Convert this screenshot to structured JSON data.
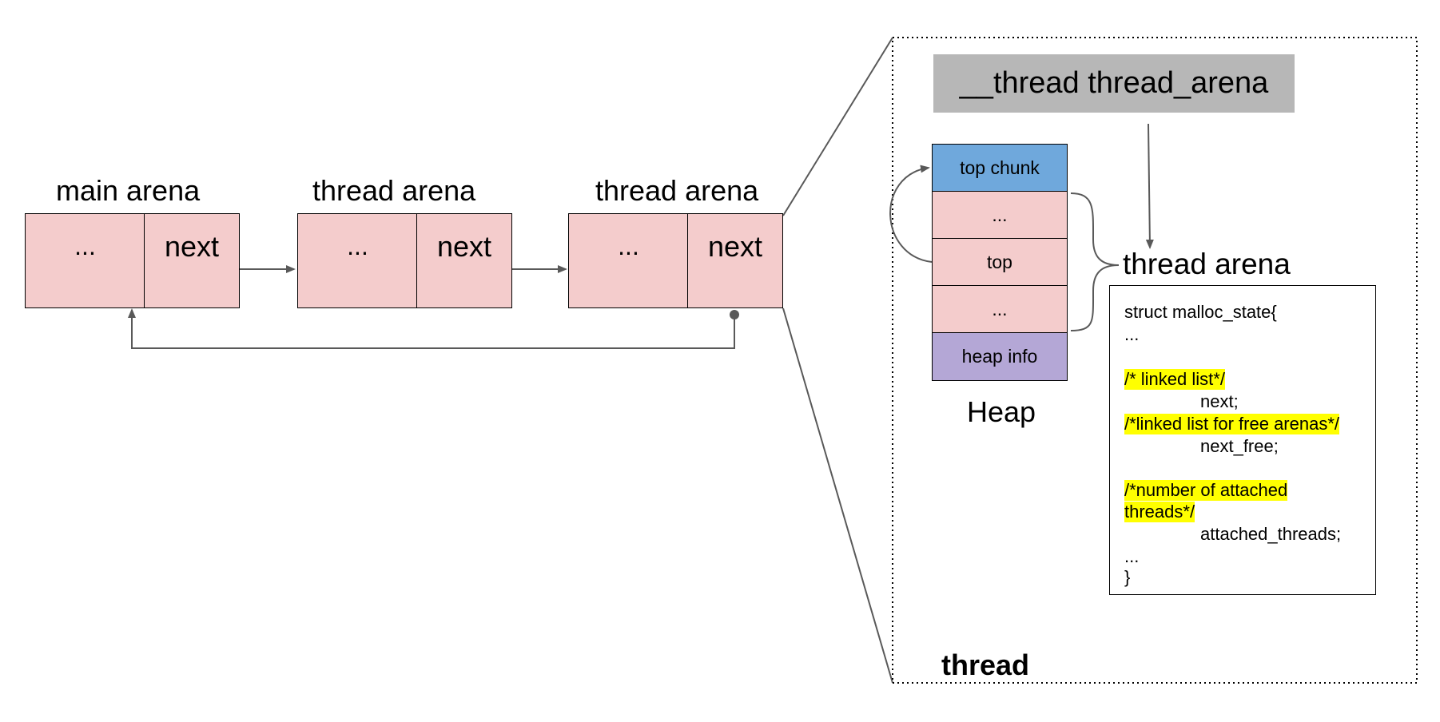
{
  "arenas": [
    {
      "label": "main arena",
      "body": "...",
      "next": "next"
    },
    {
      "label": "thread arena",
      "body": "...",
      "next": "next"
    },
    {
      "label": "thread arena",
      "body": "...",
      "next": "next"
    }
  ],
  "thread_var": "__thread thread_arena",
  "heap": {
    "cells": [
      "top chunk",
      "...",
      "top",
      "...",
      "heap info"
    ],
    "label": "Heap"
  },
  "arena_label": "thread arena",
  "struct_code": {
    "open": "struct malloc_state{",
    "dots1": "...",
    "comment_linked": "/* linked list*/",
    "field_next": "next;",
    "comment_free": "/*linked list for free arenas*/",
    "field_next_free": "next_free;",
    "comment_attached_1": "/*number of attached",
    "comment_attached_2": "threads*/",
    "field_attached": "attached_threads;",
    "dots2": "...",
    "close": "}"
  },
  "thread_label": "thread",
  "colors": {
    "cell_pink": "#f4cccc",
    "top_chunk_blue": "#6fa8dc",
    "heap_info_purple": "#b4a7d6",
    "banner_gray": "#b7b7b7",
    "highlight_yellow": "#ffff00",
    "wire_gray": "#595959"
  }
}
